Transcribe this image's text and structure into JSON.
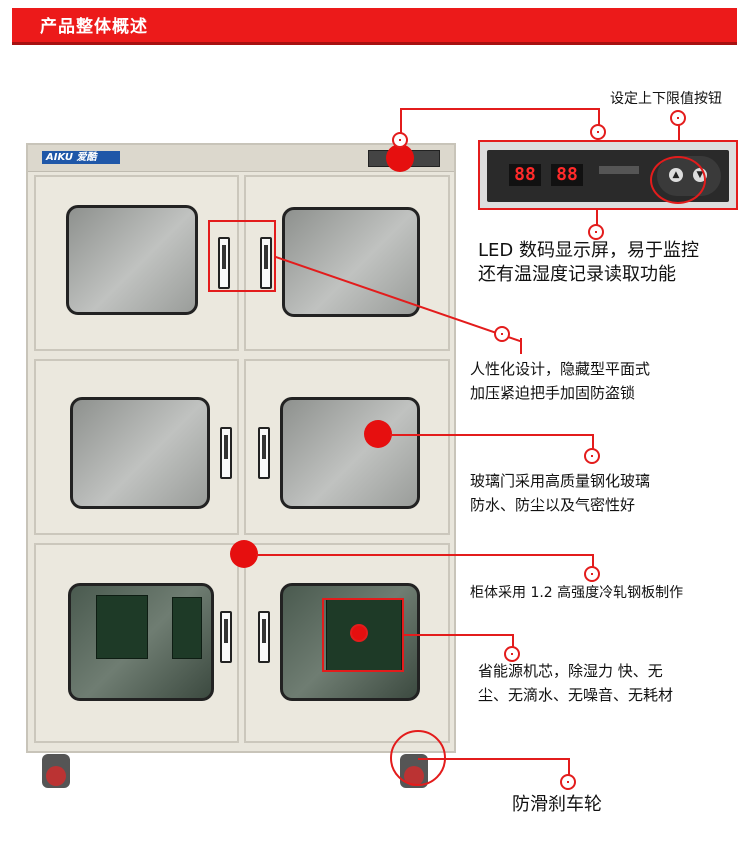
{
  "header": {
    "title": "产品整体概述"
  },
  "cabinet": {
    "logo": "AIKU 爱酷"
  },
  "panel": {
    "display1": "88",
    "display2": "88"
  },
  "callouts": {
    "buttons": "设定上下限值按钮",
    "led_line1": "LED 数码显示屏，易于监控",
    "led_line2": "还有温湿度记录读取功能",
    "lock_line1": "人性化设计，隐藏型平面式",
    "lock_line2": "加压紧迫把手加固防盗锁",
    "glass_line1": "玻璃门采用高质量钢化玻璃",
    "glass_line2": "防水、防尘以及气密性好",
    "body": "柜体采用 1.2 高强度冷轧钢板制作",
    "core_line1": "省能源机芯，除湿力  快、无",
    "core_line2": "尘、无滴水、无噪音、无耗材",
    "wheel": "防滑刹车轮"
  }
}
